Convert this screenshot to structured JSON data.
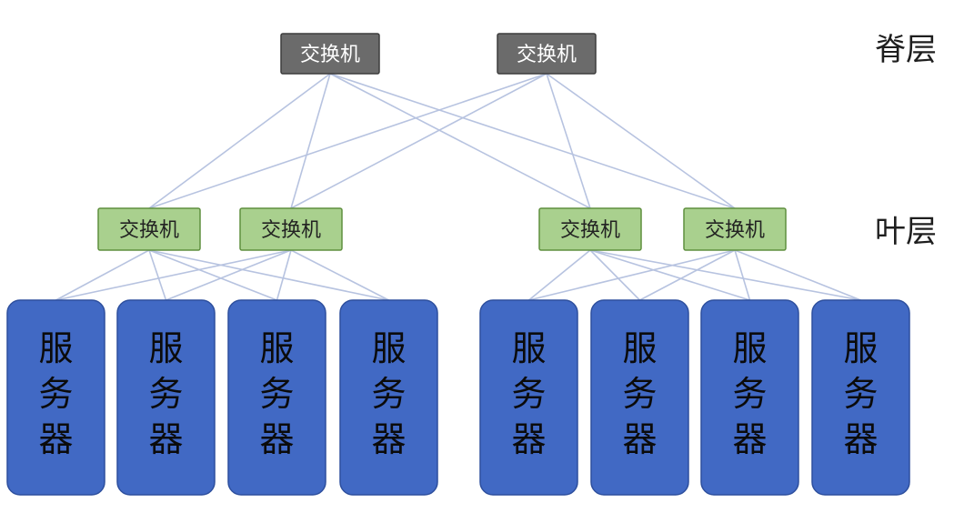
{
  "layers": {
    "spine": "脊层",
    "leaf": "叶层"
  },
  "spine_switches": [
    {
      "label": "交换机"
    },
    {
      "label": "交换机"
    }
  ],
  "leaf_switches": [
    {
      "label": "交换机"
    },
    {
      "label": "交换机"
    },
    {
      "label": "交换机"
    },
    {
      "label": "交换机"
    }
  ],
  "servers": [
    {
      "label": "服务器"
    },
    {
      "label": "服务器"
    },
    {
      "label": "服务器"
    },
    {
      "label": "服务器"
    },
    {
      "label": "服务器"
    },
    {
      "label": "服务器"
    },
    {
      "label": "服务器"
    },
    {
      "label": "服务器"
    }
  ],
  "colors": {
    "spine_fill": "#6b6b6b",
    "spine_stroke": "#3d3d3d",
    "spine_text": "#ffffff",
    "leaf_fill": "#a9d08e",
    "leaf_stroke": "#5f8f3e",
    "leaf_text": "#222222",
    "server_fill": "#4169c4",
    "server_stroke": "#2d4f9e",
    "server_text": "#0b0b0b",
    "link": "#b7c3e0",
    "layer_label": "#1e1e1e"
  }
}
